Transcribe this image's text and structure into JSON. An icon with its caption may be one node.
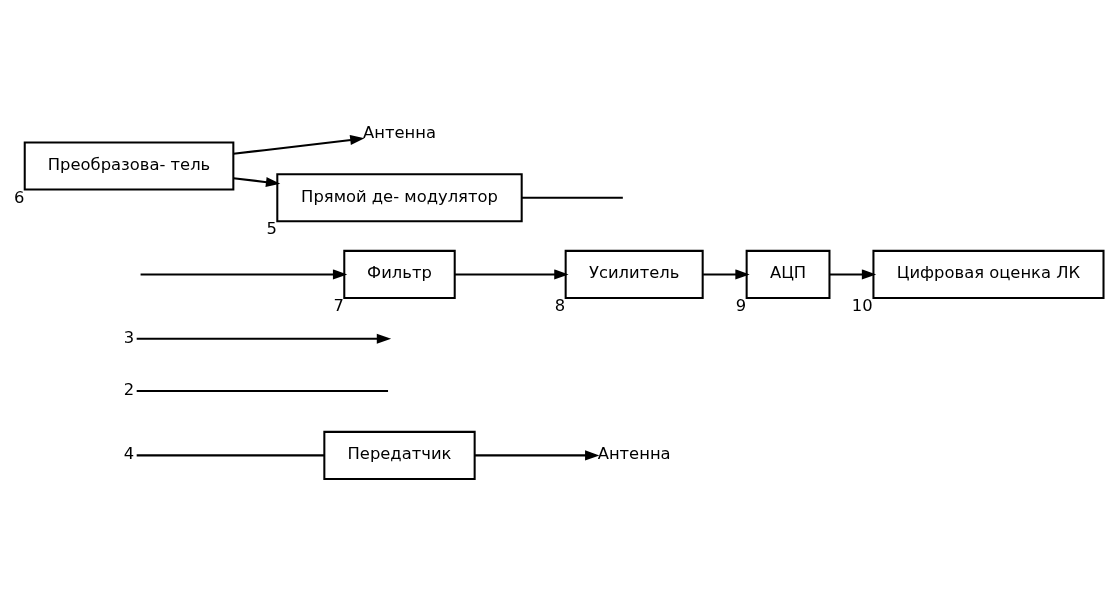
{
  "diagram": {
    "nodes": [
      {
        "text": [
          "4"
        ]
      },
      {
        "text": [
          "Передатчик"
        ]
      },
      {
        "text": [
          "Антенна"
        ]
      },
      {
        "text": [
          "2"
        ]
      },
      {
        "text": [
          "3"
        ]
      },
      {
        "text": [
          "Цифровая оценка ЛК"
        ],
        "beside": [
          "10"
        ]
      },
      {
        "text": [
          "АЦП"
        ],
        "beside": [
          "9"
        ]
      },
      {
        "text": [
          "Усилитель"
        ],
        "beside": [
          "8"
        ]
      },
      {
        "text": [
          "Фильтр"
        ],
        "beside": [
          "7"
        ]
      },
      {
        "text": [
          "Антенна"
        ]
      },
      {
        "text": [
          "Преобразова- тель"
        ],
        "beside": [
          "6"
        ]
      },
      {
        "text": [
          "Прямой де- модулятор"
        ],
        "beside": [
          "5"
        ]
      }
    ],
    "edges": [
      {
        "from": 0,
        "to": 1,
        "arrow": "none"
      },
      {
        "from": 1,
        "to": 2,
        "arrow": "to"
      },
      {
        "from": 3,
        "to": null,
        "arrow": "none"
      },
      {
        "from": 4,
        "to": null,
        "arrow": "to"
      },
      {
        "from": null,
        "to": 8,
        "arrow": "to"
      },
      {
        "from": 8,
        "to": 7,
        "arrow": "to"
      },
      {
        "from": 7,
        "to": 6,
        "arrow": "to"
      },
      {
        "from": 6,
        "to": 5,
        "arrow": "to"
      },
      {
        "from": 10,
        "to": 9,
        "arrow": "to"
      },
      {
        "from": 10,
        "to": 11,
        "arrow": "to"
      },
      {
        "from": 11,
        "to": null,
        "arrow": "none"
      }
    ]
  }
}
